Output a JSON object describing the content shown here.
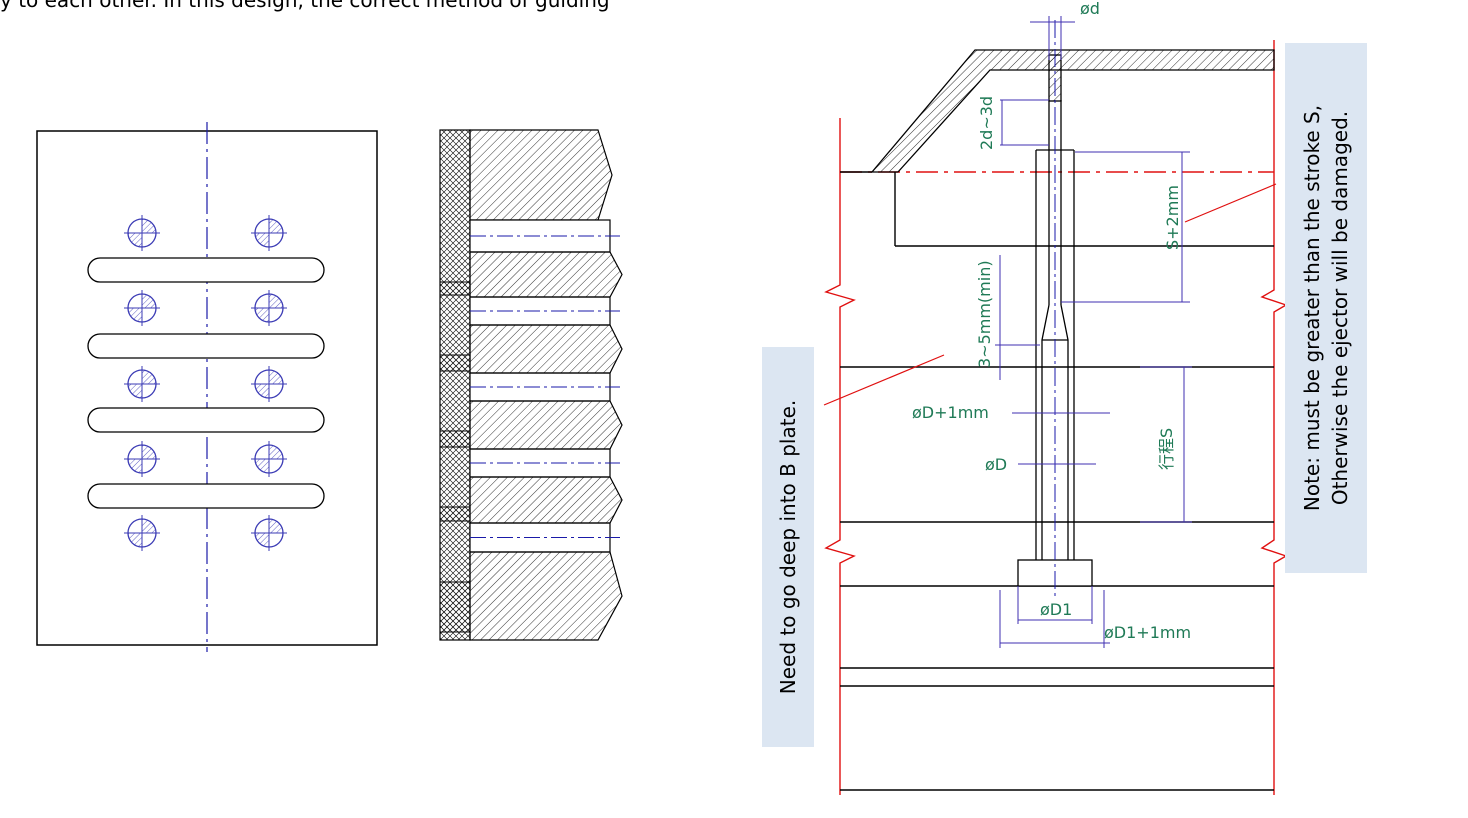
{
  "top_caption": "y to each other. In this design, the correct method of guiding",
  "notes": {
    "left": "Need to go deep into  B plate.",
    "right_line1": "Note: must be greater than the stroke S,",
    "right_line2": "Otherwise the ejector will be damaged."
  },
  "dimensions": {
    "phi_d": "ød",
    "two_d_three_d": "2d~3d",
    "s_plus_2": "S+2mm",
    "three_five": "3~5mm(min)",
    "phi_D_plus": "øD+1mm",
    "phi_D": "øD",
    "stroke_s": "行程S",
    "phi_D1": "øD1",
    "phi_D1_plus": "øD1+1mm"
  },
  "colors": {
    "outline": "#000000",
    "center": "#1a1aa8",
    "hole": "#3b3bb5",
    "red": "#e01010",
    "dimension": "#1f7a56",
    "dimline": "#3f2fb0",
    "note_bg": "#dce6f2"
  }
}
